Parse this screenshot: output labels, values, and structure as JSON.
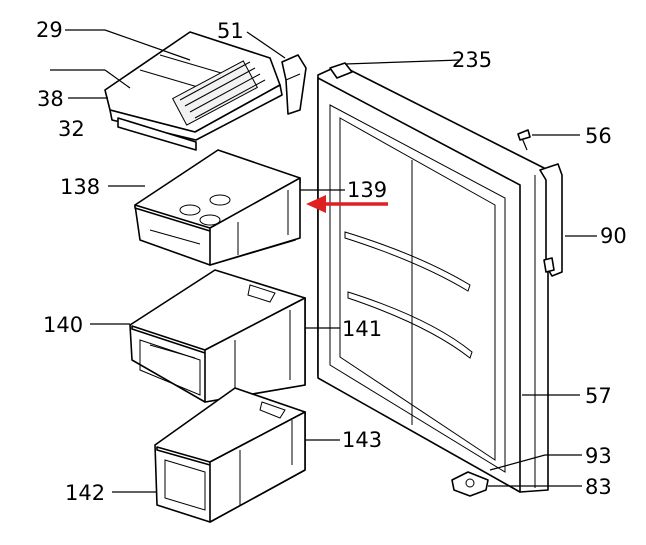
{
  "parts": {
    "p29": "29",
    "p51": "51",
    "p235": "235",
    "p38": "38",
    "p32": "32",
    "p56": "56",
    "p138": "138",
    "p139": "139",
    "p90": "90",
    "p140": "140",
    "p141": "141",
    "p57": "57",
    "p143": "143",
    "p93": "93",
    "p142": "142",
    "p83": "83"
  },
  "colors": {
    "pointer_arrow": "#e02020",
    "line": "#000000"
  }
}
